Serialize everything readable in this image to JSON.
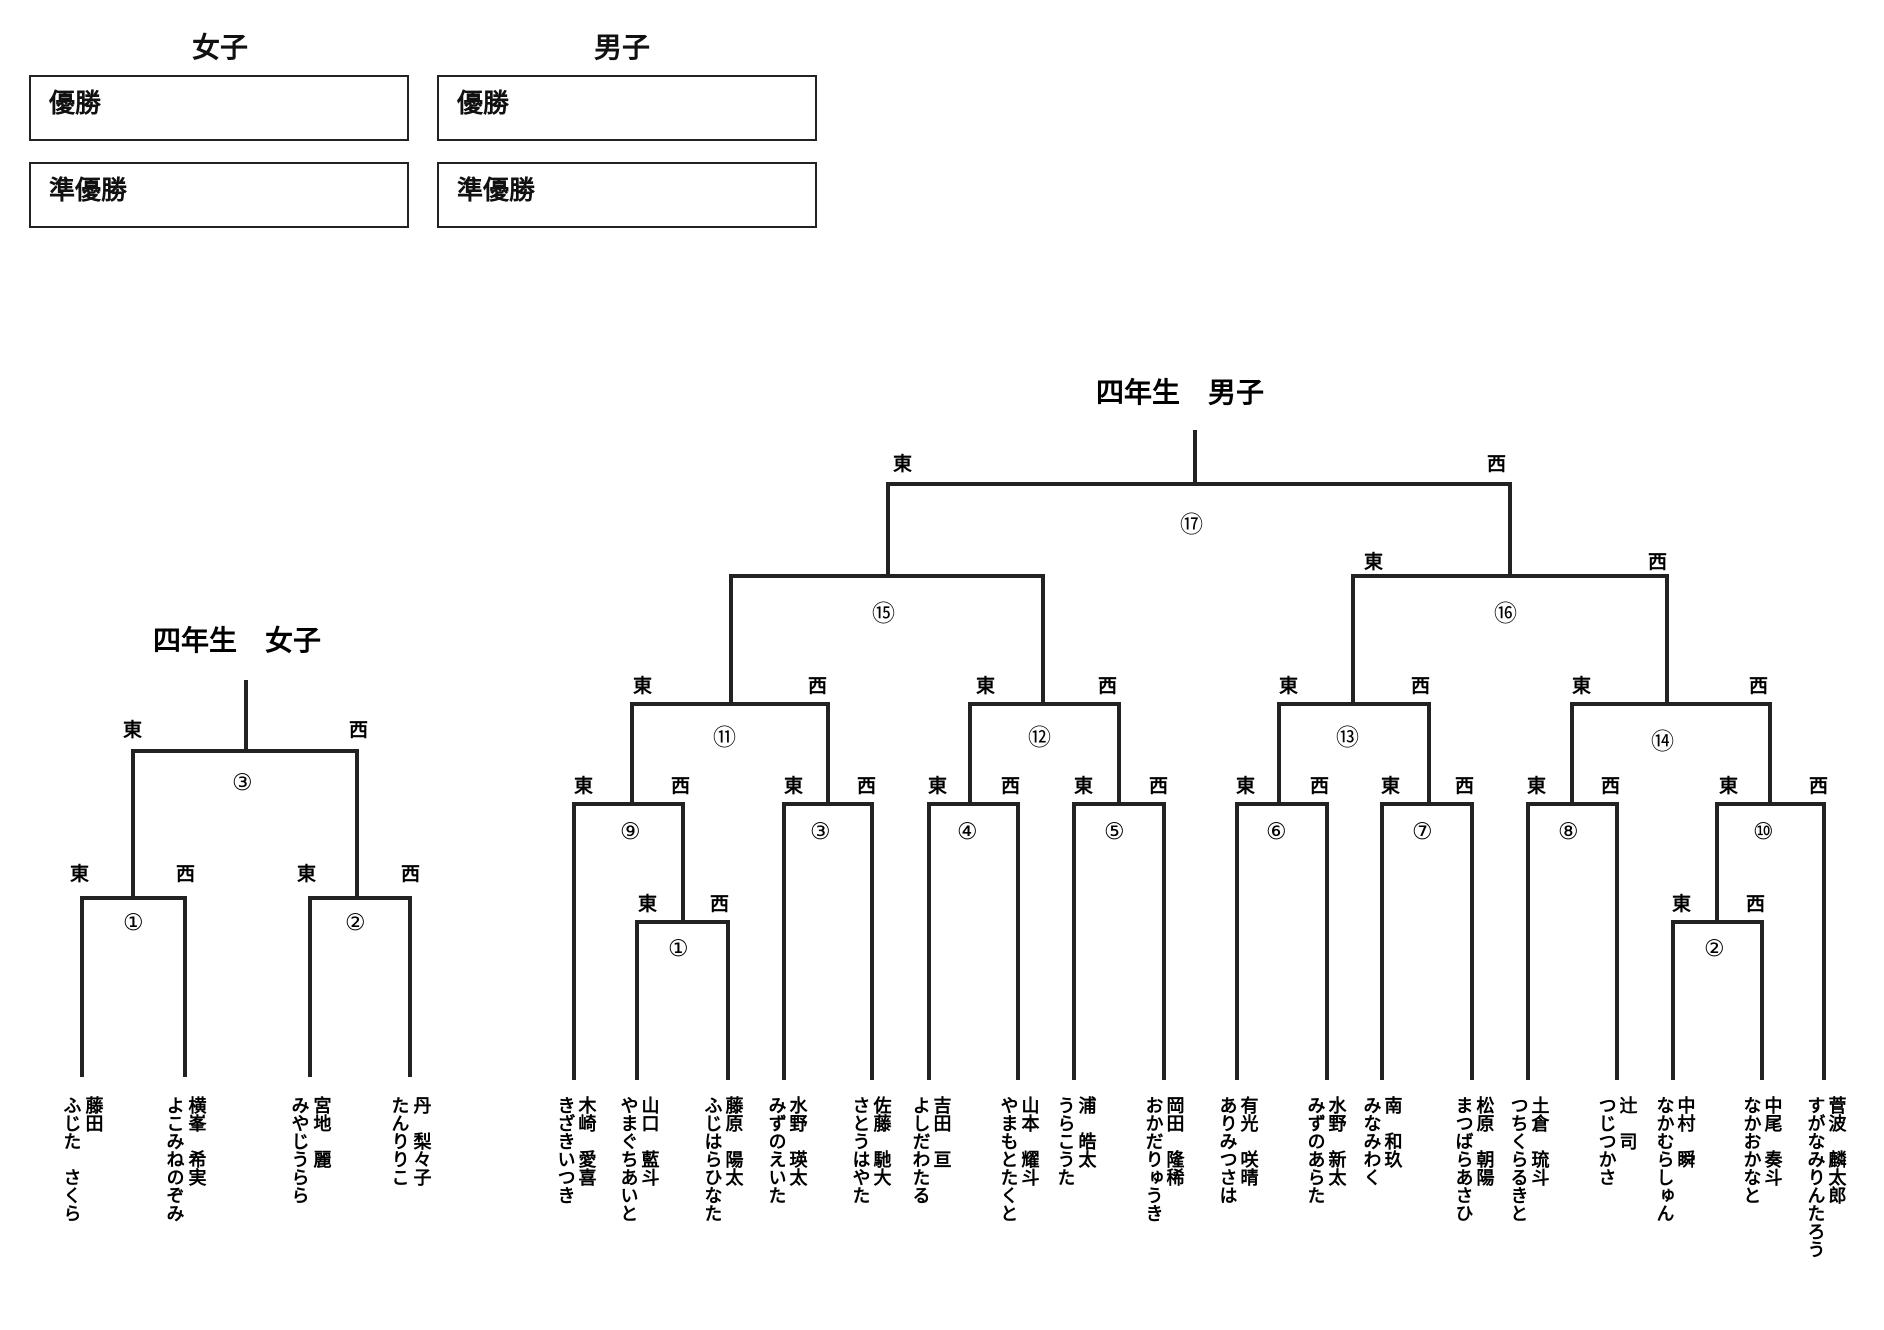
{
  "results": {
    "girls_header": "女子",
    "boys_header": "男子",
    "winner_label": "優勝",
    "runner_up_label": "準優勝"
  },
  "girls_bracket": {
    "title": "四年生　女子",
    "east": "東",
    "west": "西",
    "matches": [
      "①",
      "②",
      "③"
    ],
    "players": [
      {
        "kanji": "藤田",
        "kana": "ふじた　さくら",
        "given": "さくら"
      },
      {
        "kanji": "横峯　希実",
        "kana": "よこみねのぞみ"
      },
      {
        "kanji": "宮地　麗",
        "kana": "みやじうらら"
      },
      {
        "kanji": "丹　梨々子",
        "kana": "たんりりこ"
      }
    ]
  },
  "boys_bracket": {
    "title": "四年生　男子",
    "east": "東",
    "west": "西",
    "matches": [
      "①",
      "②",
      "③",
      "④",
      "⑤",
      "⑥",
      "⑦",
      "⑧",
      "⑨",
      "⑩",
      "⑪",
      "⑫",
      "⑬",
      "⑭",
      "⑮",
      "⑯",
      "⑰"
    ],
    "players": [
      {
        "kanji": "木崎　愛喜",
        "kana": "きざきいつき"
      },
      {
        "kanji": "山口　藍斗",
        "kana": "やまぐちあいと"
      },
      {
        "kanji": "藤原　陽太",
        "kana": "ふじはらひなた"
      },
      {
        "kanji": "水野　瑛太",
        "kana": "みずのえいた"
      },
      {
        "kanji": "佐藤　馳大",
        "kana": "さとうはやた"
      },
      {
        "kanji": "吉田　亘",
        "kana": "よしだわたる"
      },
      {
        "kanji": "山本　耀斗",
        "kana": "やまもとたくと"
      },
      {
        "kanji": "浦　皓太",
        "kana": "うらこうた"
      },
      {
        "kanji": "岡田　隆稀",
        "kana": "おかだりゅうき"
      },
      {
        "kanji": "有光　咲晴",
        "kana": "ありみつさは"
      },
      {
        "kanji": "水野　新太",
        "kana": "みずのあらた"
      },
      {
        "kanji": "南　和玖",
        "kana": "みなみわく"
      },
      {
        "kanji": "松原　朝陽",
        "kana": "まつばらあさひ"
      },
      {
        "kanji": "土倉　琉斗",
        "kana": "つちくらるきと"
      },
      {
        "kanji": "辻　司",
        "kana": "つじつかさ"
      },
      {
        "kanji": "中村　瞬",
        "kana": "なかむらしゅん"
      },
      {
        "kanji": "中尾　奏斗",
        "kana": "なかおかなと"
      },
      {
        "kanji": "菅波　麟太郎",
        "kana": "すがなみりんたろう"
      }
    ]
  }
}
